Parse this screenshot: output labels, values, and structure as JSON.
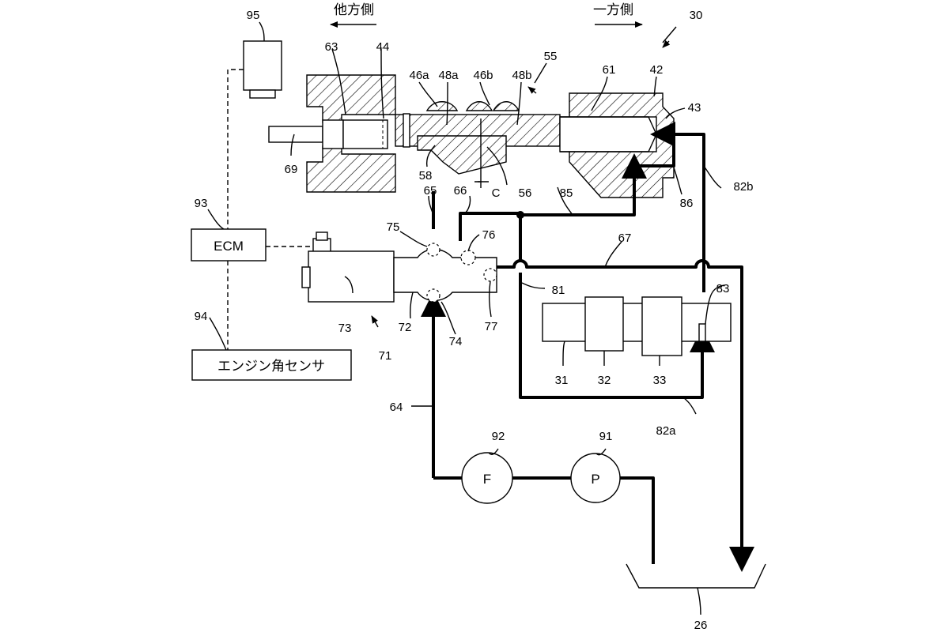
{
  "directions": {
    "other_side": "他方側",
    "one_side": "一方側"
  },
  "blocks": {
    "ecm": "ECM",
    "engine_sensor": "エンジン角センサ"
  },
  "pumps": {
    "filter": "F",
    "pump": "P"
  },
  "labels": {
    "n95": "95",
    "n30": "30",
    "n63": "63",
    "n44": "44",
    "n46a": "46a",
    "n48a": "48a",
    "n46b": "46b",
    "n48b": "48b",
    "n55": "55",
    "n61": "61",
    "n42": "42",
    "n43": "43",
    "n69": "69",
    "n58": "58",
    "nC": "C",
    "n56": "56",
    "n85": "85",
    "n86": "86",
    "n82b": "82b",
    "n65": "65",
    "n66": "66",
    "n93": "93",
    "n75": "75",
    "n76": "76",
    "n67": "67",
    "n81": "81",
    "n83": "83",
    "n94": "94",
    "n73": "73",
    "n72": "72",
    "n74": "74",
    "n77": "77",
    "n71": "71",
    "n31": "31",
    "n32": "32",
    "n33": "33",
    "n64": "64",
    "n82a": "82a",
    "n92": "92",
    "n91": "91",
    "n26": "26"
  }
}
